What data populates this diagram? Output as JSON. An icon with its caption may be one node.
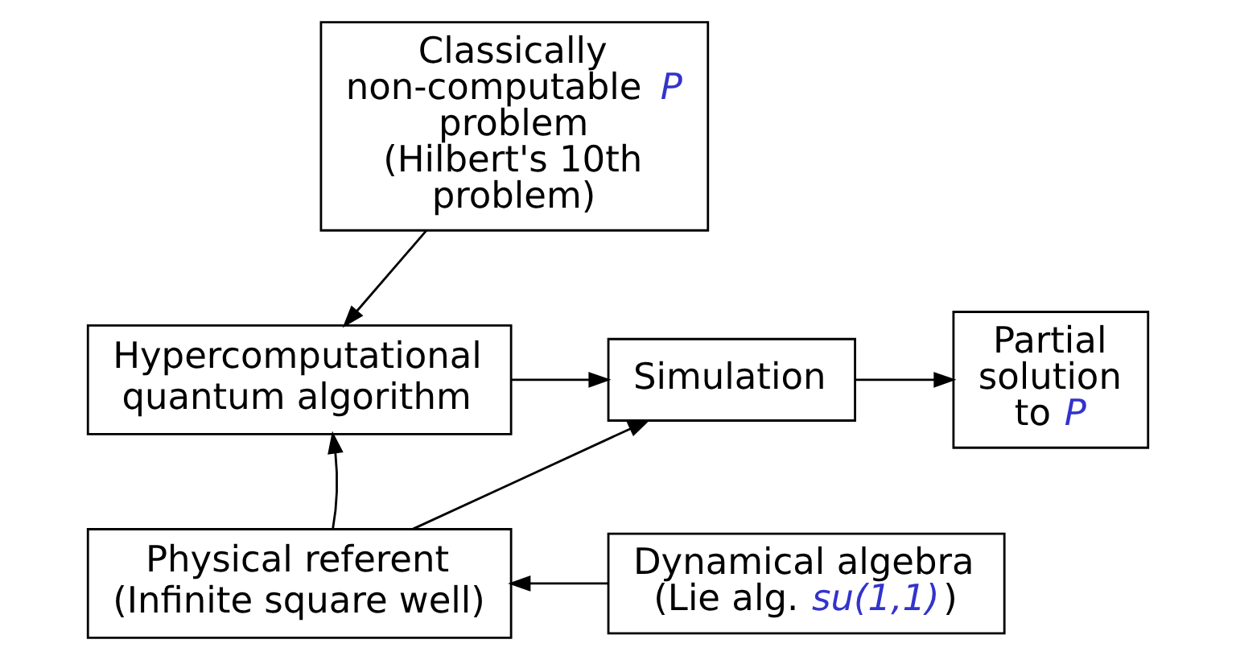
{
  "diagram": {
    "nodes": [
      {
        "text": [
          "Classically non-computable *P* problem",
          "(Hilbert's 10th problem)"
        ]
      },
      {
        "text": [
          "Hypercomputational quantum algorithm"
        ]
      },
      {
        "text": [
          "Simulation"
        ]
      },
      {
        "text": [
          "Partial solution to *P*"
        ]
      },
      {
        "text": [
          "Physical referent",
          "(Infinite square well)"
        ]
      },
      {
        "text": [
          "Dynamical algebra",
          "(Lie alg. *su(1,1)*)"
        ]
      }
    ],
    "edges": [
      {
        "from": 0,
        "to": 1,
        "arrow": "to"
      },
      {
        "from": 1,
        "to": 2,
        "arrow": "to"
      },
      {
        "from": 2,
        "to": 3,
        "arrow": "to"
      },
      {
        "from": 4,
        "to": 1,
        "arrow": "to"
      },
      {
        "from": 4,
        "to": 2,
        "arrow": "to"
      },
      {
        "from": 5,
        "to": 4,
        "arrow": "to"
      }
    ]
  }
}
